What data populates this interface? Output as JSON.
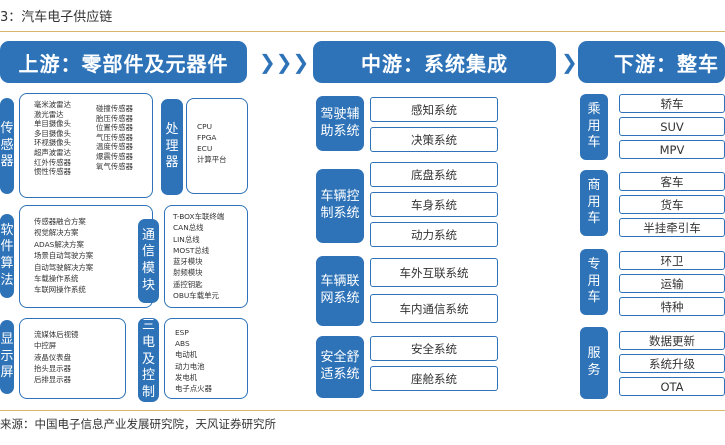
{
  "figure": {
    "title": "3：汽车电子供应链",
    "source": "来源：中国电子信息产业发展研究院，天风证券研究所"
  },
  "upstream": {
    "header": "上游：零部件及元器件",
    "sensors": {
      "label": "传感器",
      "col1": [
        "毫米波雷达",
        "激光雷达",
        "单目摄像头",
        "多目摄像头",
        "环视摄像头",
        "超声波雷达",
        "红外传感器",
        "惯性传感器"
      ],
      "col2": [
        "碰撞传感器",
        "胎压传感器",
        "位置传感器",
        "气压传感器",
        "温度传感器",
        "爆震传感器",
        "氧气传感器"
      ]
    },
    "processor": {
      "label": "处理器",
      "items": [
        "CPU",
        "FPGA",
        "ECU",
        "计算平台"
      ]
    },
    "software": {
      "label": "软件算法",
      "items": [
        "传感器融合方案",
        "视觉解决方案",
        "ADAS解决方案",
        "场景自动驾驶方案",
        "自动驾驶解决方案",
        "车载操作系统",
        "车联网操作系统"
      ]
    },
    "comm": {
      "label": "通信模块",
      "items": [
        "T-BOX车联终端",
        "CAN总线",
        "LIN总线",
        "MOST总线",
        "蓝牙模块",
        "射频模块",
        "遥控钥匙",
        "OBU车载单元"
      ]
    },
    "display": {
      "label": "显示屏",
      "items": [
        "流媒体后视镜",
        "中控屏",
        "液晶仪表盘",
        "抬头显示器",
        "后排显示器"
      ]
    },
    "three_power": {
      "label": "三电及控制",
      "items": [
        "ESP",
        "ABS",
        "电动机",
        "动力电池",
        "发电机",
        "电子点火器"
      ]
    }
  },
  "midstream": {
    "header": "中游：系统集成",
    "groups": [
      {
        "label": "驾驶辅助系统",
        "items": [
          "感知系统",
          "决策系统"
        ]
      },
      {
        "label": "车辆控制系统",
        "items": [
          "底盘系统",
          "车身系统",
          "动力系统"
        ]
      },
      {
        "label": "车辆联网系统",
        "items": [
          "车外互联系统",
          "车内通信系统"
        ]
      },
      {
        "label": "安全舒适系统",
        "items": [
          "安全系统",
          "座舱系统"
        ]
      }
    ]
  },
  "downstream": {
    "header": "下游：整车",
    "groups": [
      {
        "label": "乘用车",
        "items": [
          "轿车",
          "SUV",
          "MPV"
        ]
      },
      {
        "label": "商用车",
        "items": [
          "客车",
          "货车",
          "半挂牵引车"
        ]
      },
      {
        "label": "专用车",
        "items": [
          "环卫",
          "运输",
          "特种"
        ]
      },
      {
        "label": "服务",
        "items": [
          "数据更新",
          "系统升级",
          "OTA"
        ]
      }
    ]
  },
  "colors": {
    "accent": "#2e73b8",
    "rule": "#d9b56a"
  },
  "icons": {
    "arrow": "chevron-arrow-icon"
  }
}
